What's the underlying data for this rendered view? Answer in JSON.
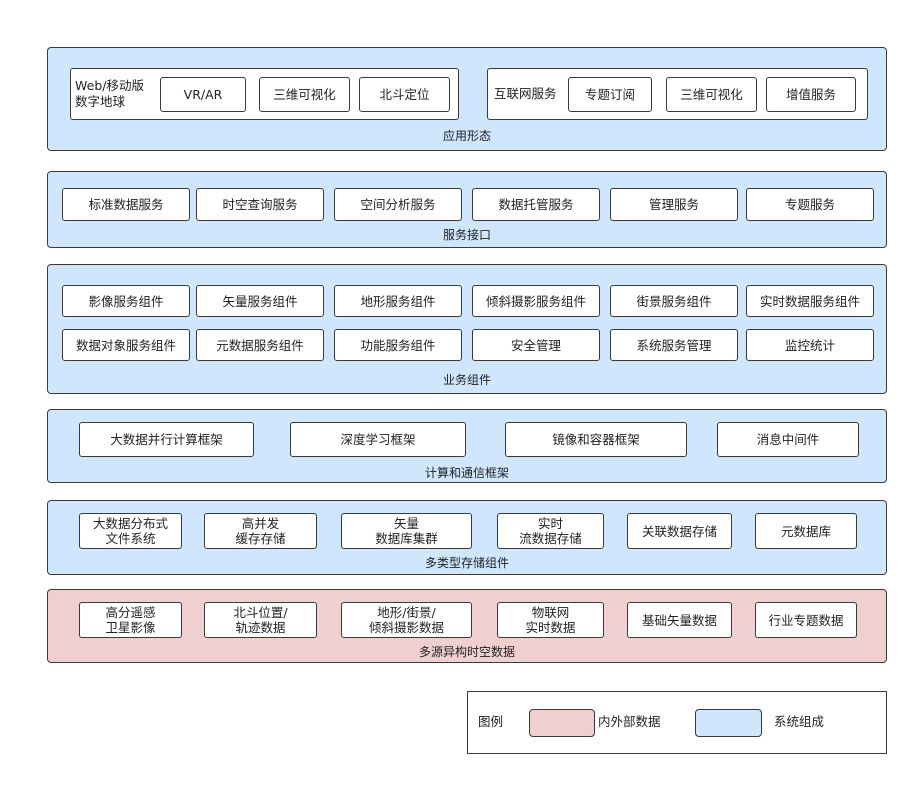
{
  "layers": {
    "application": {
      "title": "应用形态",
      "group1": {
        "label": "Web/移动版\n数字地球",
        "items": [
          "VR/AR",
          "三维可视化",
          "北斗定位"
        ]
      },
      "group2": {
        "label": "互联网服务",
        "items": [
          "专题订阅",
          "三维可视化",
          "增值服务"
        ]
      }
    },
    "service_interface": {
      "title": "服务接口",
      "items": [
        "标准数据服务",
        "时空查询服务",
        "空间分析服务",
        "数据托管服务",
        "管理服务",
        "专题服务"
      ]
    },
    "business_components": {
      "title": "业务组件",
      "row1": [
        "影像服务组件",
        "矢量服务组件",
        "地形服务组件",
        "倾斜摄影服务组件",
        "街景服务组件",
        "实时数据服务组件"
      ],
      "row2": [
        "数据对象服务组件",
        "元数据服务组件",
        "功能服务组件",
        "安全管理",
        "系统服务管理",
        "监控统计"
      ]
    },
    "compute_framework": {
      "title": "计算和通信框架",
      "items": [
        "大数据并行计算框架",
        "深度学习框架",
        "镜像和容器框架",
        "消息中间件"
      ]
    },
    "storage": {
      "title": "多类型存储组件",
      "items": [
        "大数据分布式\n文件系统",
        "高并发\n缓存存储",
        "矢量\n数据库集群",
        "实时\n流数据存储",
        "关联数据存储",
        "元数据库"
      ]
    },
    "data_sources": {
      "title": "多源异构时空数据",
      "items": [
        "高分遥感\n卫星影像",
        "北斗位置/\n轨迹数据",
        "地形/街景/\n倾斜摄影数据",
        "物联网\n实时数据",
        "基础矢量数据",
        "行业专题数据"
      ]
    }
  },
  "legend": {
    "title": "图例",
    "internal_external_data": "内外部数据",
    "system_components": "系统组成",
    "colors": {
      "data": "#efcfcf",
      "system": "#cfe6fd"
    }
  }
}
